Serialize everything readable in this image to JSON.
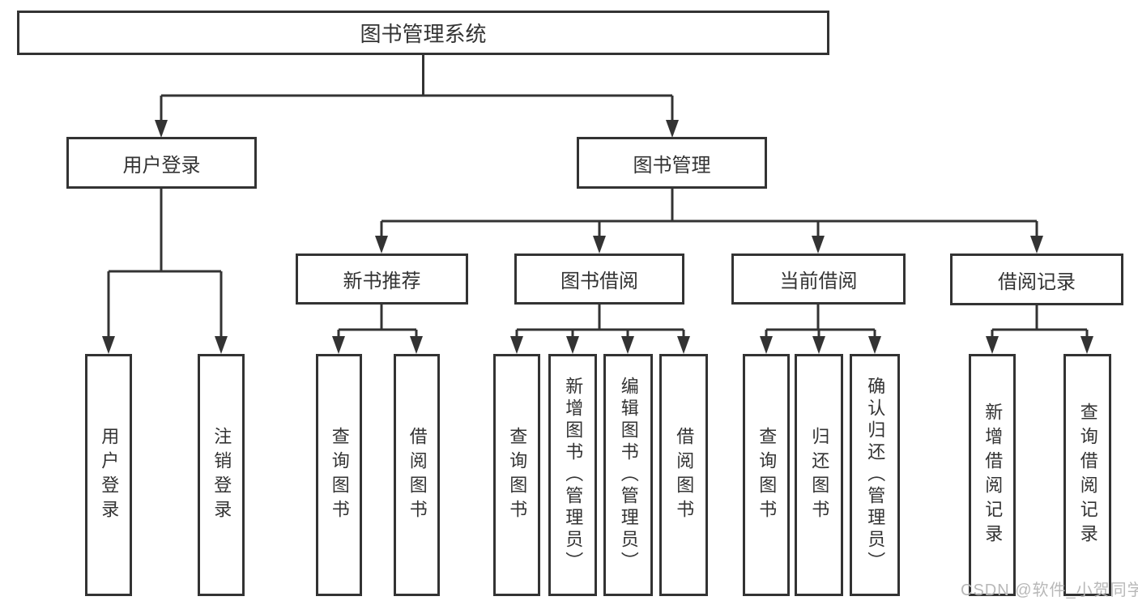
{
  "tree": {
    "root": {
      "label": "图书管理系统",
      "children": [
        {
          "label": "用户登录",
          "children": [
            {
              "label": "用户登录"
            },
            {
              "label": "注销登录"
            }
          ]
        },
        {
          "label": "图书管理",
          "children": [
            {
              "label": "新书推荐",
              "children": [
                {
                  "label": "查询图书"
                },
                {
                  "label": "借阅图书"
                }
              ]
            },
            {
              "label": "图书借阅",
              "children": [
                {
                  "label": "查询图书"
                },
                {
                  "label": "新增图书（管理员）"
                },
                {
                  "label": "编辑图书（管理员）"
                },
                {
                  "label": "借阅图书"
                }
              ]
            },
            {
              "label": "当前借阅",
              "children": [
                {
                  "label": "查询图书"
                },
                {
                  "label": "归还图书"
                },
                {
                  "label": "确认归还（管理员）"
                }
              ]
            },
            {
              "label": "借阅记录",
              "children": [
                {
                  "label": "新增借阅记录"
                },
                {
                  "label": "查询借阅记录"
                }
              ]
            }
          ]
        }
      ]
    }
  },
  "watermark": "CSDN @软件_小贺同学",
  "colors": {
    "line": "#333333",
    "text": "#333333",
    "background": "#ffffff",
    "watermark": "#b8b8b8"
  }
}
